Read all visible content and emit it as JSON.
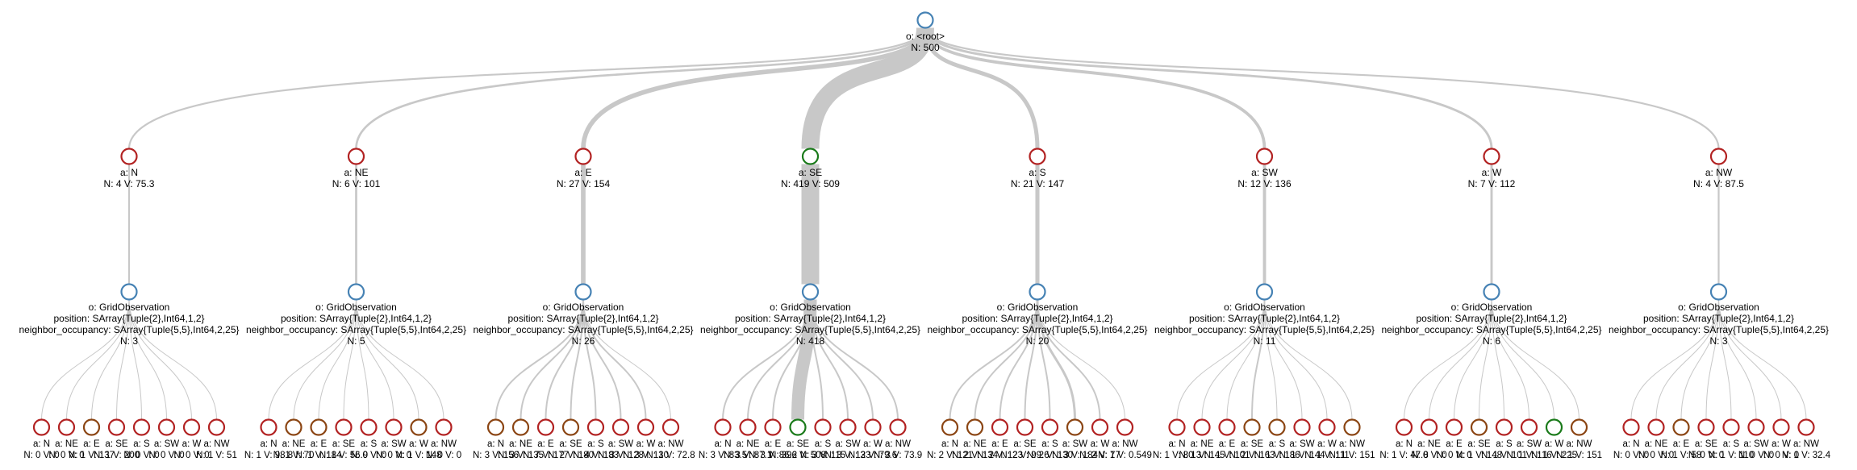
{
  "colors": {
    "obs_node": "#4682b4",
    "action_node": "#b22222",
    "action_node_alt": "#8b4513",
    "best_node": "#1a7a1a",
    "edge": "#c8c8c8"
  },
  "root": {
    "label": "o: <root>",
    "stats": "N: 500"
  },
  "branches": [
    {
      "action": "a: N",
      "stats": "N: 4 V: 75.3",
      "best": false,
      "weight": 4,
      "obs": {
        "label": "o: GridObservation",
        "position": "position: SArray{Tuple{2},Int64,1,2}",
        "neighbor": "neighbor_occupancy: SArray{Tuple{5,5},Int64,2,25}",
        "stats": "N: 3"
      },
      "leaves": [
        {
          "a": "a: N",
          "s": "N: 0 V: 0",
          "c": "r",
          "w": 1
        },
        {
          "a": "a: NE",
          "s": "N: 0 V: 0",
          "c": "r",
          "w": 1
        },
        {
          "a": "a: E",
          "s": "N: 1 V: 137",
          "c": "b",
          "w": 1
        },
        {
          "a": "a: SE",
          "s": "N: 1 V: 200",
          "c": "r",
          "w": 1
        },
        {
          "a": "a: S",
          "s": "N: 0 V: 0",
          "c": "r",
          "w": 1
        },
        {
          "a": "a: SW",
          "s": "N: 0 V: 0",
          "c": "r",
          "w": 1
        },
        {
          "a": "a: W",
          "s": "N: 0 V: 0",
          "c": "r",
          "w": 1
        },
        {
          "a": "a: NW",
          "s": "N: 1 V: 51",
          "c": "r",
          "w": 1
        }
      ]
    },
    {
      "action": "a: NE",
      "stats": "N: 6 V: 101",
      "best": false,
      "weight": 6,
      "obs": {
        "label": "o: GridObservation",
        "position": "position: SArray{Tuple{2},Int64,1,2}",
        "neighbor": "neighbor_occupancy: SArray{Tuple{5,5},Int64,2,25}",
        "stats": "N: 5"
      },
      "leaves": [
        {
          "a": "a: N",
          "s": "N: 1 V: 98.8",
          "c": "r",
          "w": 1
        },
        {
          "a": "a: NE",
          "s": "N: 1 V: 70",
          "c": "b",
          "w": 1
        },
        {
          "a": "a: E",
          "s": "N: 1 V: 184",
          "c": "b",
          "w": 1
        },
        {
          "a": "a: SE",
          "s": "N: 1 V: 56.9",
          "c": "r",
          "w": 1
        },
        {
          "a": "a: S",
          "s": "N: 0 V: 0",
          "c": "r",
          "w": 1
        },
        {
          "a": "a: SW",
          "s": "N: 0 V: 0",
          "c": "r",
          "w": 1
        },
        {
          "a": "a: W",
          "s": "N: 1 V: 148",
          "c": "b",
          "w": 1
        },
        {
          "a": "a: NW",
          "s": "N: 0 V: 0",
          "c": "r",
          "w": 1
        }
      ]
    },
    {
      "action": "a: E",
      "stats": "N: 27 V: 154",
      "best": false,
      "weight": 27,
      "obs": {
        "label": "o: GridObservation",
        "position": "position: SArray{Tuple{2},Int64,1,2}",
        "neighbor": "neighbor_occupancy: SArray{Tuple{5,5},Int64,2,25}",
        "stats": "N: 26"
      },
      "leaves": [
        {
          "a": "a: N",
          "s": "N: 3 V: 156",
          "c": "b",
          "w": 2
        },
        {
          "a": "a: NE",
          "s": "N: 3 V: 135",
          "c": "b",
          "w": 2
        },
        {
          "a": "a: E",
          "s": "N: 7 V: 177",
          "c": "r",
          "w": 2
        },
        {
          "a": "a: SE",
          "s": "N: 2 V: 180",
          "c": "b",
          "w": 2
        },
        {
          "a": "a: S",
          "s": "N: 4 V: 183",
          "c": "r",
          "w": 2
        },
        {
          "a": "a: SW",
          "s": "N: 3 V: 128",
          "c": "r",
          "w": 2
        },
        {
          "a": "a: W",
          "s": "N: 3 V: 130",
          "c": "r",
          "w": 2
        },
        {
          "a": "a: NW",
          "s": "N: 1 V: 72.8",
          "c": "r",
          "w": 1
        }
      ]
    },
    {
      "action": "a: SE",
      "stats": "N: 419 V: 509",
      "best": true,
      "weight": 419,
      "obs": {
        "label": "o: GridObservation",
        "position": "position: SArray{Tuple{2},Int64,1,2}",
        "neighbor": "neighbor_occupancy: SArray{Tuple{5,5},Int64,2,25}",
        "stats": "N: 418"
      },
      "leaves": [
        {
          "a": "a: N",
          "s": "N: 3 V: 83.5",
          "c": "r",
          "w": 2
        },
        {
          "a": "a: NE",
          "s": "N: 3 V: 87.1",
          "c": "r",
          "w": 2
        },
        {
          "a": "a: E",
          "s": "N: 3 V: 86.2",
          "c": "r",
          "w": 2
        },
        {
          "a": "a: SE",
          "s": "N: 396 V: 508",
          "c": "g",
          "w": 16
        },
        {
          "a": "a: S",
          "s": "N: 3 V: 115",
          "c": "r",
          "w": 2
        },
        {
          "a": "a: SW",
          "s": "N: 3 V: 123",
          "c": "r",
          "w": 2
        },
        {
          "a": "a: W",
          "s": "N: 3 V: 79.6",
          "c": "r",
          "w": 2
        },
        {
          "a": "a: NW",
          "s": "N: 3 V: 73.9",
          "c": "r",
          "w": 2
        }
      ]
    },
    {
      "action": "a: S",
      "stats": "N: 21 V: 147",
      "best": false,
      "weight": 21,
      "obs": {
        "label": "o: GridObservation",
        "position": "position: SArray{Tuple{2},Int64,1,2}",
        "neighbor": "neighbor_occupancy: SArray{Tuple{5,5},Int64,2,25}",
        "stats": "N: 20"
      },
      "leaves": [
        {
          "a": "a: N",
          "s": "N: 2 V: 121",
          "c": "b",
          "w": 2
        },
        {
          "a": "a: NE",
          "s": "N: 2 V: 134",
          "c": "b",
          "w": 2
        },
        {
          "a": "a: E",
          "s": "N: 2 V: 123",
          "c": "r",
          "w": 2
        },
        {
          "a": "a: SE",
          "s": "N: 2 V: 99.6",
          "c": "r",
          "w": 2
        },
        {
          "a": "a: S",
          "s": "N: 2 V: 130",
          "c": "r",
          "w": 2
        },
        {
          "a": "a: SW",
          "s": "N: 3 V: 184",
          "c": "b",
          "w": 3
        },
        {
          "a": "a: W",
          "s": "N: 2 V: 77",
          "c": "r",
          "w": 2
        },
        {
          "a": "a: NW",
          "s": "N: 1 V: 0.549",
          "c": "r",
          "w": 1
        }
      ]
    },
    {
      "action": "a: SW",
      "stats": "N: 12 V: 136",
      "best": false,
      "weight": 12,
      "obs": {
        "label": "o: GridObservation",
        "position": "position: SArray{Tuple{2},Int64,1,2}",
        "neighbor": "neighbor_occupancy: SArray{Tuple{5,5},Int64,2,25}",
        "stats": "N: 11"
      },
      "leaves": [
        {
          "a": "a: N",
          "s": "N: 1 V: 80.3",
          "c": "r",
          "w": 1
        },
        {
          "a": "a: NE",
          "s": "N: 1 V: 145",
          "c": "r",
          "w": 1
        },
        {
          "a": "a: E",
          "s": "N: 1 V: 101",
          "c": "r",
          "w": 1
        },
        {
          "a": "a: SE",
          "s": "N: 2 V: 163",
          "c": "b",
          "w": 2
        },
        {
          "a": "a: S",
          "s": "N: 1 V: 186",
          "c": "b",
          "w": 1
        },
        {
          "a": "a: SW",
          "s": "N: 1 V: 144",
          "c": "r",
          "w": 1
        },
        {
          "a": "a: W",
          "s": "N: 1 V: 111",
          "c": "r",
          "w": 1
        },
        {
          "a": "a: NW",
          "s": "N: 1 V: 151",
          "c": "b",
          "w": 1
        }
      ]
    },
    {
      "action": "a: W",
      "stats": "N: 7 V: 112",
      "best": false,
      "weight": 7,
      "obs": {
        "label": "o: GridObservation",
        "position": "position: SArray{Tuple{2},Int64,1,2}",
        "neighbor": "neighbor_occupancy: SArray{Tuple{5,5},Int64,2,25}",
        "stats": "N: 6"
      },
      "leaves": [
        {
          "a": "a: N",
          "s": "N: 1 V: 47.8",
          "c": "r",
          "w": 1
        },
        {
          "a": "a: NE",
          "s": "N: 0 V: 0",
          "c": "r",
          "w": 1
        },
        {
          "a": "a: E",
          "s": "N: 0 V: 0",
          "c": "r",
          "w": 1
        },
        {
          "a": "a: SE",
          "s": "N: 1 V: 148",
          "c": "b",
          "w": 1
        },
        {
          "a": "a: S",
          "s": "N: 1 V: 101",
          "c": "r",
          "w": 1
        },
        {
          "a": "a: SW",
          "s": "N: 1 V: 116",
          "c": "r",
          "w": 1
        },
        {
          "a": "a: W",
          "s": "N: 1 V: 225",
          "c": "g",
          "w": 1
        },
        {
          "a": "a: NW",
          "s": "N: 1 V: 151",
          "c": "b",
          "w": 1
        }
      ]
    },
    {
      "action": "a: NW",
      "stats": "N: 4 V: 87.5",
      "best": false,
      "weight": 4,
      "obs": {
        "label": "o: GridObservation",
        "position": "position: SArray{Tuple{2},Int64,1,2}",
        "neighbor": "neighbor_occupancy: SArray{Tuple{5,5},Int64,2,25}",
        "stats": "N: 3"
      },
      "leaves": [
        {
          "a": "a: N",
          "s": "N: 0 V: 0",
          "c": "r",
          "w": 1
        },
        {
          "a": "a: NE",
          "s": "N: 0 V: 0",
          "c": "r",
          "w": 1
        },
        {
          "a": "a: E",
          "s": "N: 1 V: 58",
          "c": "b",
          "w": 1
        },
        {
          "a": "a: SE",
          "s": "N: 0 V: 0",
          "c": "r",
          "w": 1
        },
        {
          "a": "a: S",
          "s": "N: 1 V: 110",
          "c": "r",
          "w": 1
        },
        {
          "a": "a: SW",
          "s": "N: 0 V: 0",
          "c": "r",
          "w": 1
        },
        {
          "a": "a: W",
          "s": "N: 0 V: 0",
          "c": "r",
          "w": 1
        },
        {
          "a": "a: NW",
          "s": "N: 1 V: 32.4",
          "c": "r",
          "w": 1
        }
      ]
    }
  ]
}
